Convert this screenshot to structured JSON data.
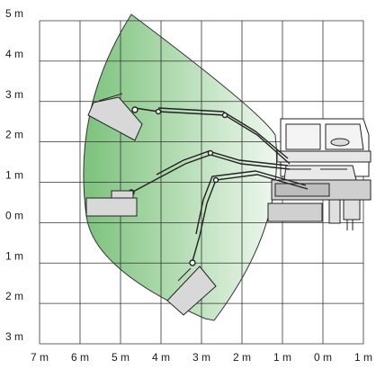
{
  "colors": {
    "envelope_dark": "#7cc27c",
    "envelope_light": "#eef7ee",
    "grid": "#333333",
    "machine_fill": "#d9d9d9",
    "machine_stroke": "#222222"
  },
  "y_axis_labels": [
    "5 m",
    "4 m",
    "3 m",
    "2 m",
    "1 m",
    "0 m",
    "1 m",
    "2 m",
    "3 m"
  ],
  "x_axis_labels": [
    "7 m",
    "6 m",
    "5 m",
    "4 m",
    "3 m",
    "2 m",
    "1 m",
    "0 m",
    "1 m"
  ]
}
